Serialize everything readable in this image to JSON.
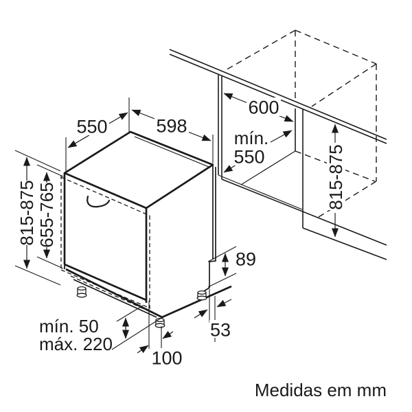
{
  "diagram": {
    "caption": "Medidas em mm",
    "colors": {
      "line": "#1a1a1a",
      "background": "#ffffff"
    },
    "dims": {
      "appliance_depth": "550",
      "appliance_width": "598",
      "niche_width": "600",
      "niche_depth_prefix": "mín.",
      "niche_depth_value": "550",
      "appliance_height": "815-875",
      "door_panel_height": "655-765",
      "niche_height": "815-875",
      "rear_recess_height": "89",
      "rear_recess_depth": "53",
      "rear_foot_offset": "100",
      "plinth_min": "mín. 50",
      "plinth_max": "máx. 220"
    }
  }
}
